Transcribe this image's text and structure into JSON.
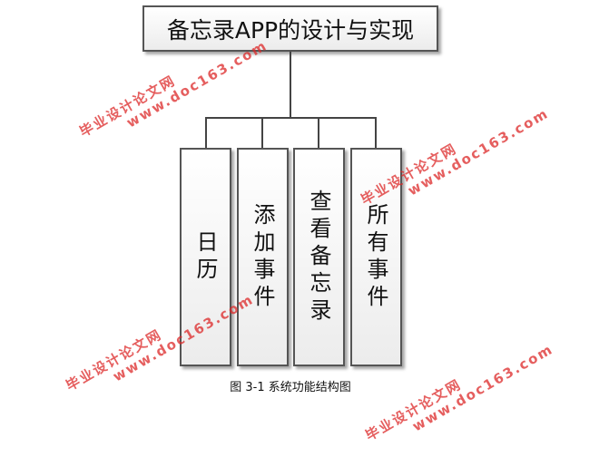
{
  "title": "备忘录APP的设计与实现",
  "modules": [
    "日历",
    "添加事件",
    "查看备忘录",
    "所有事件"
  ],
  "caption": "图 3-1 系统功能结构图",
  "watermark": {
    "line1": "毕业设计论文网",
    "line2": "www.doc163.com"
  }
}
